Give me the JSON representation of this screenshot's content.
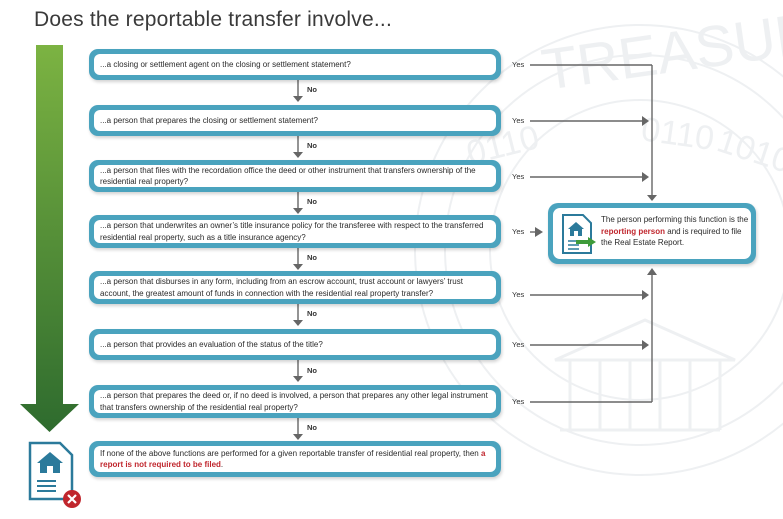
{
  "title": "Does the reportable transfer involve...",
  "steps": [
    {
      "text": "...a closing or settlement agent on the closing or settlement statement?"
    },
    {
      "text": "...a person that prepares the closing or settlement statement?"
    },
    {
      "text": "...a person that files with the recordation office the deed or other instrument that transfers ownership of the residential real property?"
    },
    {
      "text": "...a person that underwrites an owner’s title insurance policy for the transferee with respect to the transferred residential real property, such as a title insurance agency?"
    },
    {
      "text": "...a person that disburses in any form, including from an escrow account, trust account or lawyers’ trust account, the greatest amount of funds in connection with the residential real property transfer?"
    },
    {
      "text": "...a person that provides an evaluation of the status of the title?"
    },
    {
      "text": "...a person that prepares the deed or, if no deed is involved, a person that prepares any other legal instrument that transfers ownership of the residential real property?"
    }
  ],
  "final_box": {
    "text_before": "If none of the above functions are performed for a given reportable transfer of residential real property, then ",
    "highlight": "a report is not required to be filed",
    "text_after": "."
  },
  "result_box": {
    "text_before": "The person performing this function is the ",
    "highlight": "reporting person",
    "text_after": " and is required to file the Real Estate Report."
  },
  "labels": {
    "yes": "Yes",
    "no": "No"
  },
  "watermark_text": "TREASURY",
  "watermark_binary": [
    "0110",
    "0110",
    "1010"
  ],
  "icons": {
    "document": "house-document-icon",
    "reject": "red-x-icon",
    "arrow": "green-arrow-icon"
  },
  "colors": {
    "box_border": "#4aa3be",
    "red": "#c0262d",
    "arrow_green_top": "#7cb342",
    "arrow_green_bottom": "#2e6b2e",
    "connector": "#666666",
    "icon_teal": "#2b7a9b"
  }
}
